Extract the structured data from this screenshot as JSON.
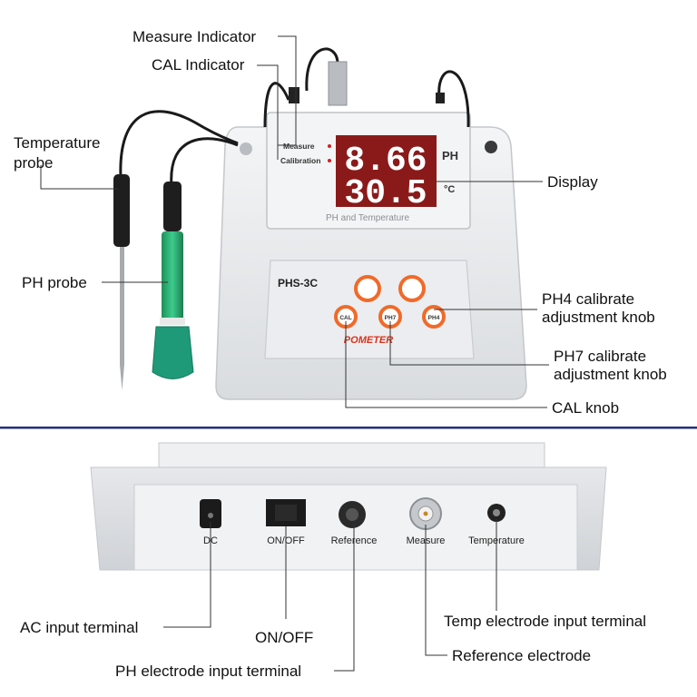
{
  "front": {
    "display": {
      "ph_value": "8.66",
      "temp_value": "30.5",
      "ph_unit": "PH",
      "temp_unit": "°C"
    },
    "indicators": {
      "measure": "Measure",
      "calibration": "Calibration"
    },
    "panel_caption": "PH and Temperature",
    "model": "PHS-3C",
    "knobs": {
      "cal": "CAL",
      "ph7": "PH7",
      "ph4": "PH4"
    },
    "brand": "POMETER"
  },
  "back": {
    "ports": {
      "dc": "DC",
      "onoff": "ON/OFF",
      "reference": "Reference",
      "measure": "Measure",
      "temperature": "Temperature"
    }
  },
  "callouts": {
    "measure_indicator": "Measure Indicator",
    "cal_indicator": "CAL Indicator",
    "temperature_probe_1": "Temperature",
    "temperature_probe_2": "probe",
    "ph_probe": "PH probe",
    "display": "Display",
    "ph4_knob_1": "PH4 calibrate",
    "ph4_knob_2": "adjustment knob",
    "ph7_knob_1": "PH7 calibrate",
    "ph7_knob_2": "adjustment knob",
    "cal_knob": "CAL knob",
    "ac_input": "AC input terminal",
    "onoff": "ON/OFF",
    "ph_electrode": "PH electrode input terminal",
    "temp_electrode": "Temp electrode input terminal",
    "reference_electrode": "Reference electrode"
  },
  "colors": {
    "divider": "#23317a",
    "display_bg": "#8a1a1a",
    "digits": "#ffffff",
    "knob_ring": "#f06a2a",
    "probe_green": "#2fb37a",
    "device_body": "#e9ebee"
  }
}
